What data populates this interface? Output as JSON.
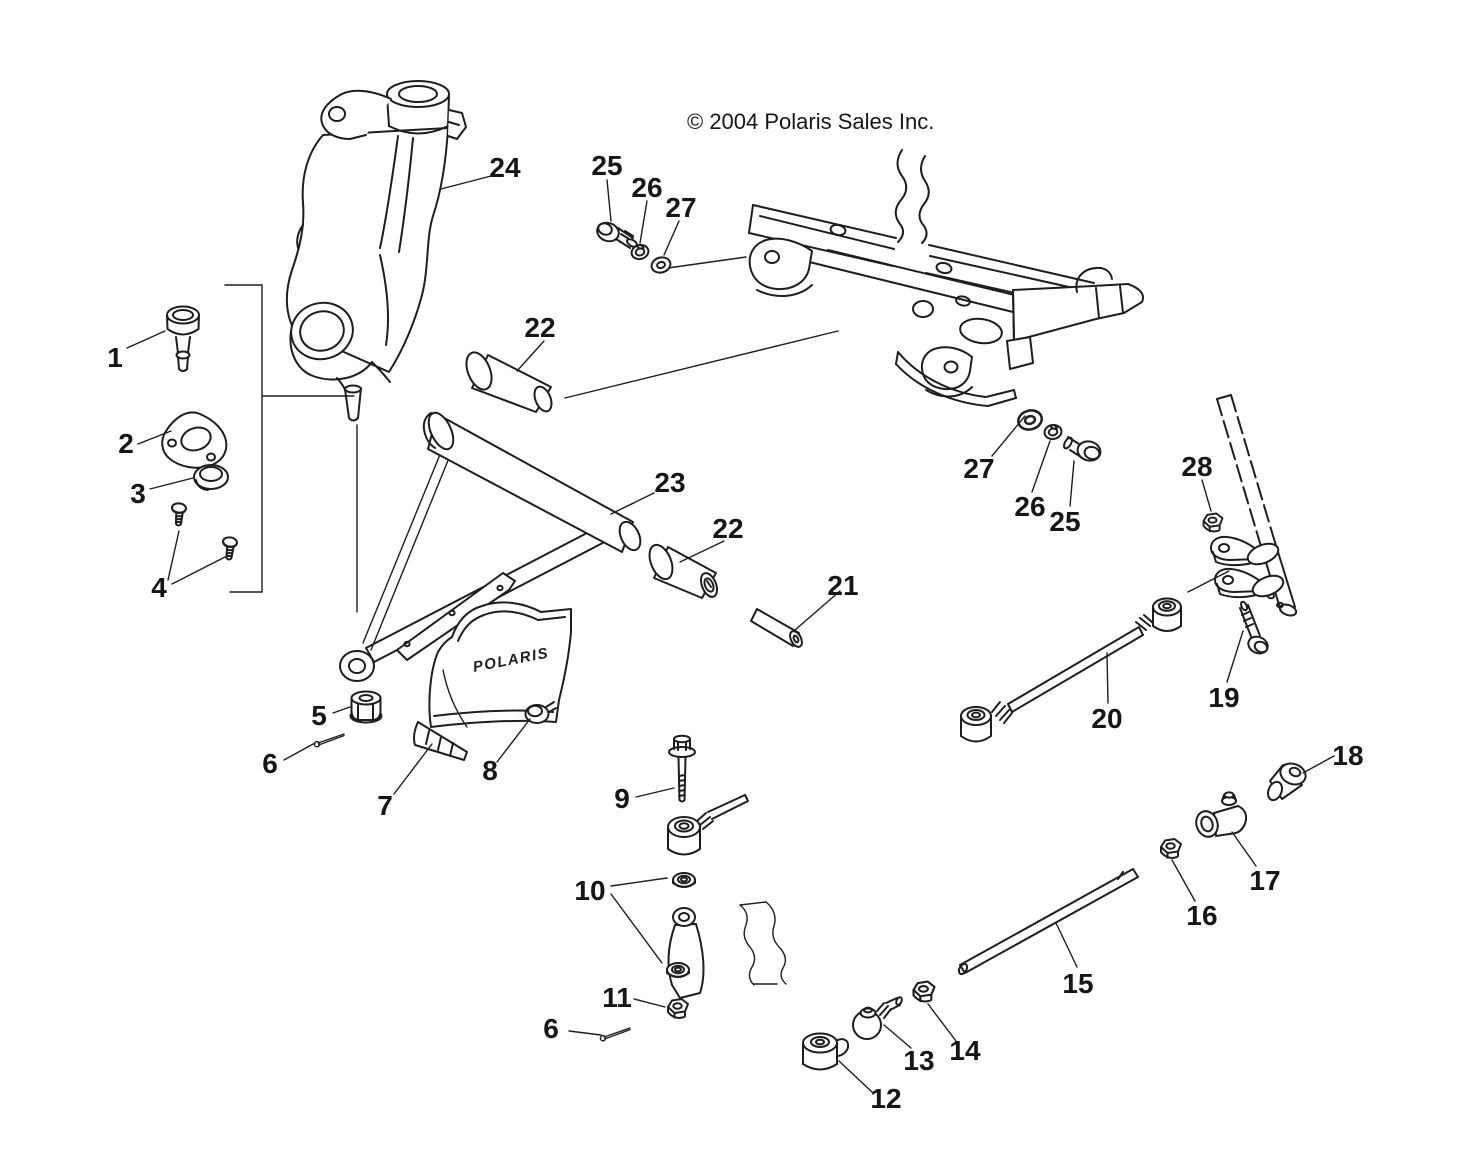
{
  "copyright": "© 2004 Polaris Sales Inc.",
  "brand_text": "POLARIS",
  "colors": {
    "ink": "#1e1e1e",
    "paper": "#ffffff"
  },
  "callouts": {
    "c1": "1",
    "c2": "2",
    "c3": "3",
    "c4": "4",
    "c5": "5",
    "c6a": "6",
    "c6b": "6",
    "c7": "7",
    "c8": "8",
    "c9": "9",
    "c10": "10",
    "c11": "11",
    "c12": "12",
    "c13": "13",
    "c14": "14",
    "c15": "15",
    "c16": "16",
    "c17": "17",
    "c18": "18",
    "c19": "19",
    "c20": "20",
    "c21": "21",
    "c22a": "22",
    "c22b": "22",
    "c23": "23",
    "c24": "24",
    "c25a": "25",
    "c25b": "25",
    "c26a": "26",
    "c26b": "26",
    "c27a": "27",
    "c27b": "27",
    "c28": "28"
  }
}
